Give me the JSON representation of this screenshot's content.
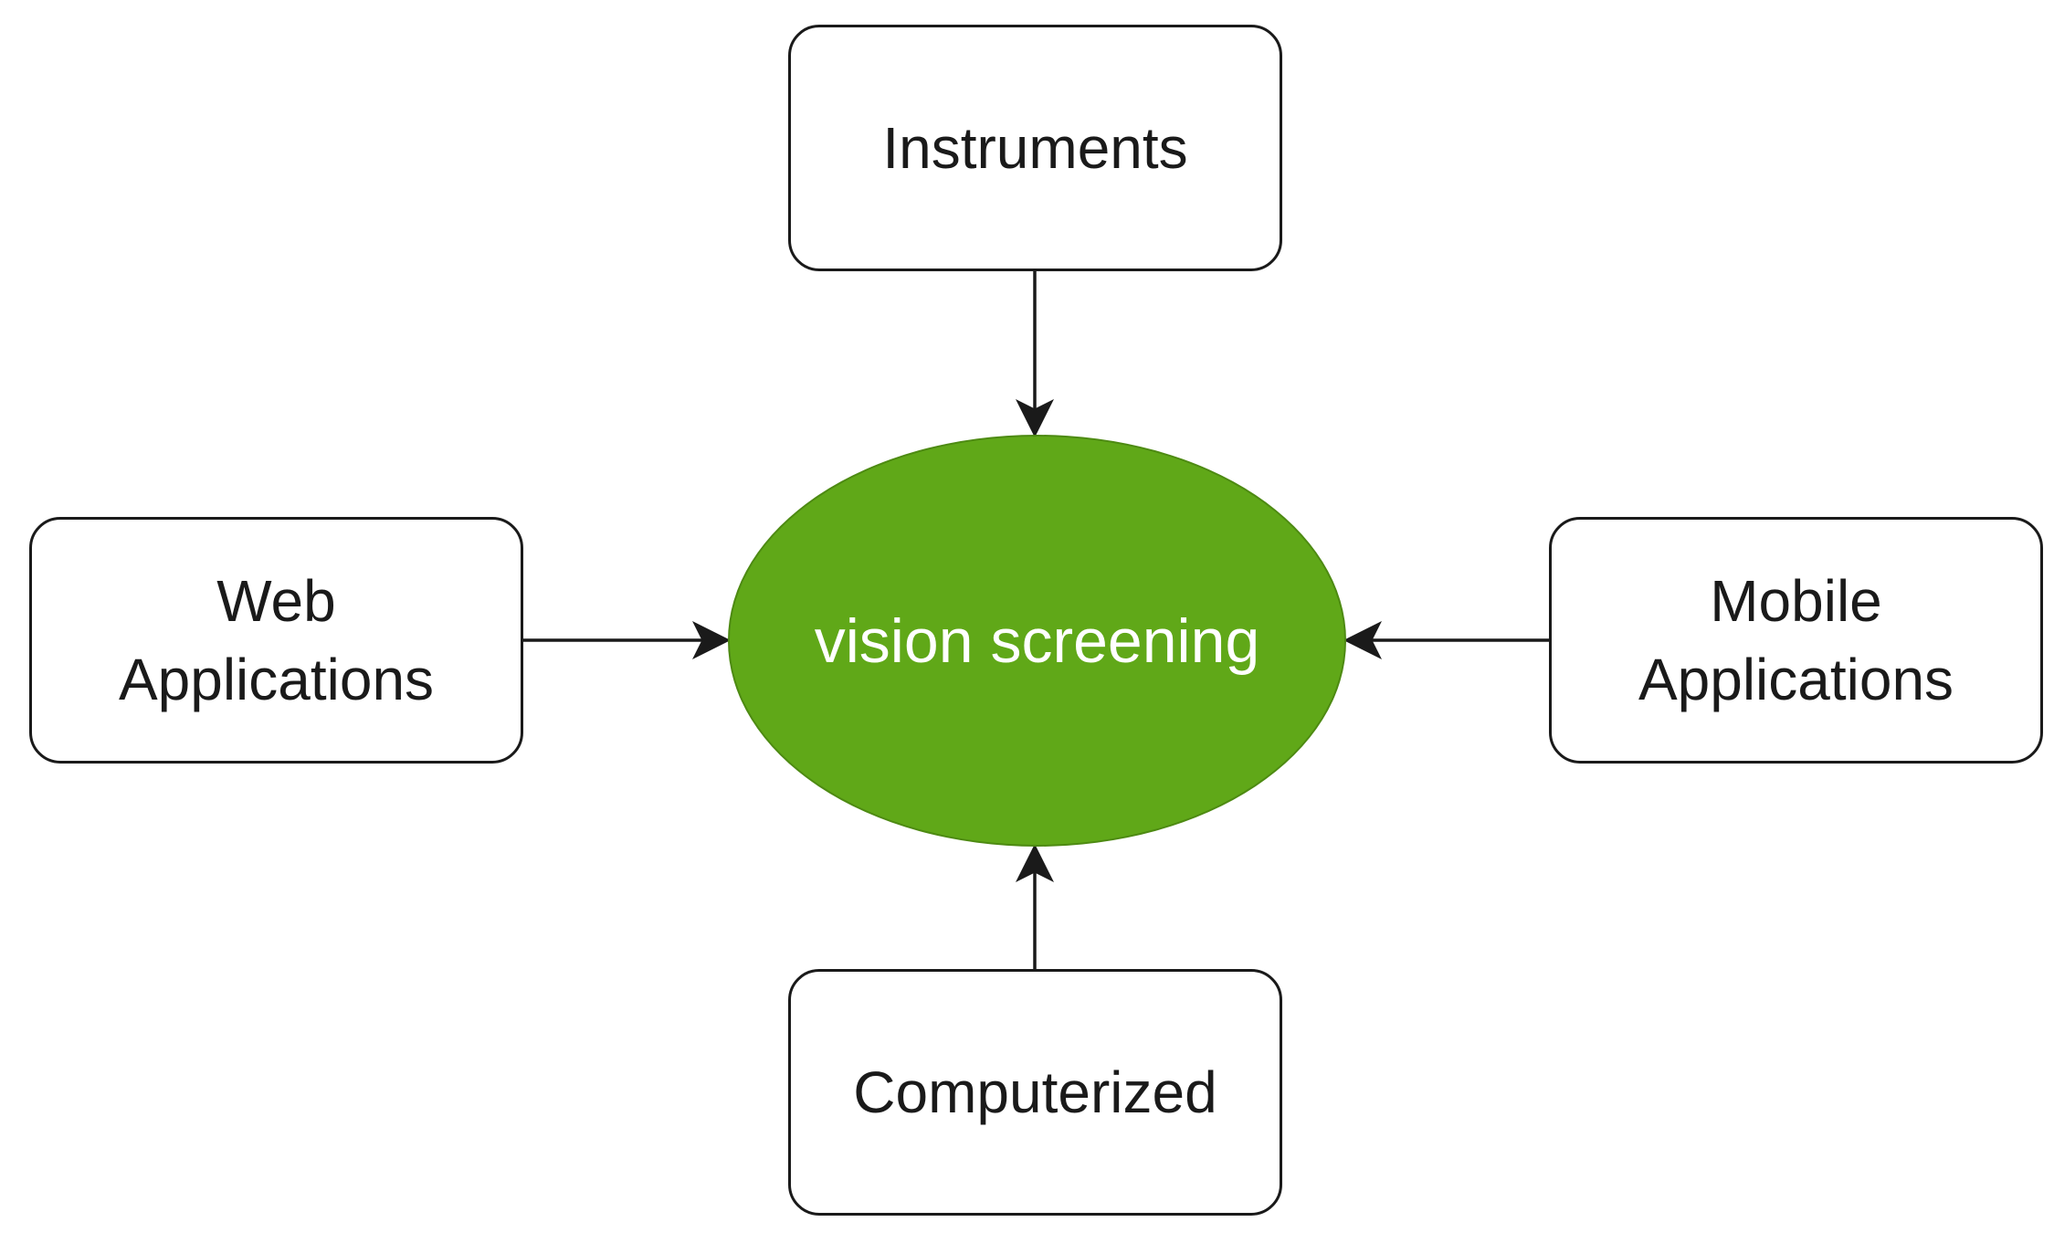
{
  "diagram": {
    "center": {
      "label": "vision screening",
      "fill_color": "#60a818",
      "text_color": "#ffffff"
    },
    "nodes": {
      "instruments": {
        "lines": [
          "Instruments"
        ]
      },
      "web": {
        "lines": [
          "Web",
          "Applications"
        ]
      },
      "mobile": {
        "lines": [
          "Mobile",
          "Applications"
        ]
      },
      "computerized": {
        "lines": [
          "Computerized"
        ]
      }
    },
    "edges": [
      {
        "from": "instruments",
        "to": "center"
      },
      {
        "from": "web",
        "to": "center"
      },
      {
        "from": "mobile",
        "to": "center"
      },
      {
        "from": "computerized",
        "to": "center"
      }
    ],
    "stroke_color": "#1a1a1a"
  }
}
